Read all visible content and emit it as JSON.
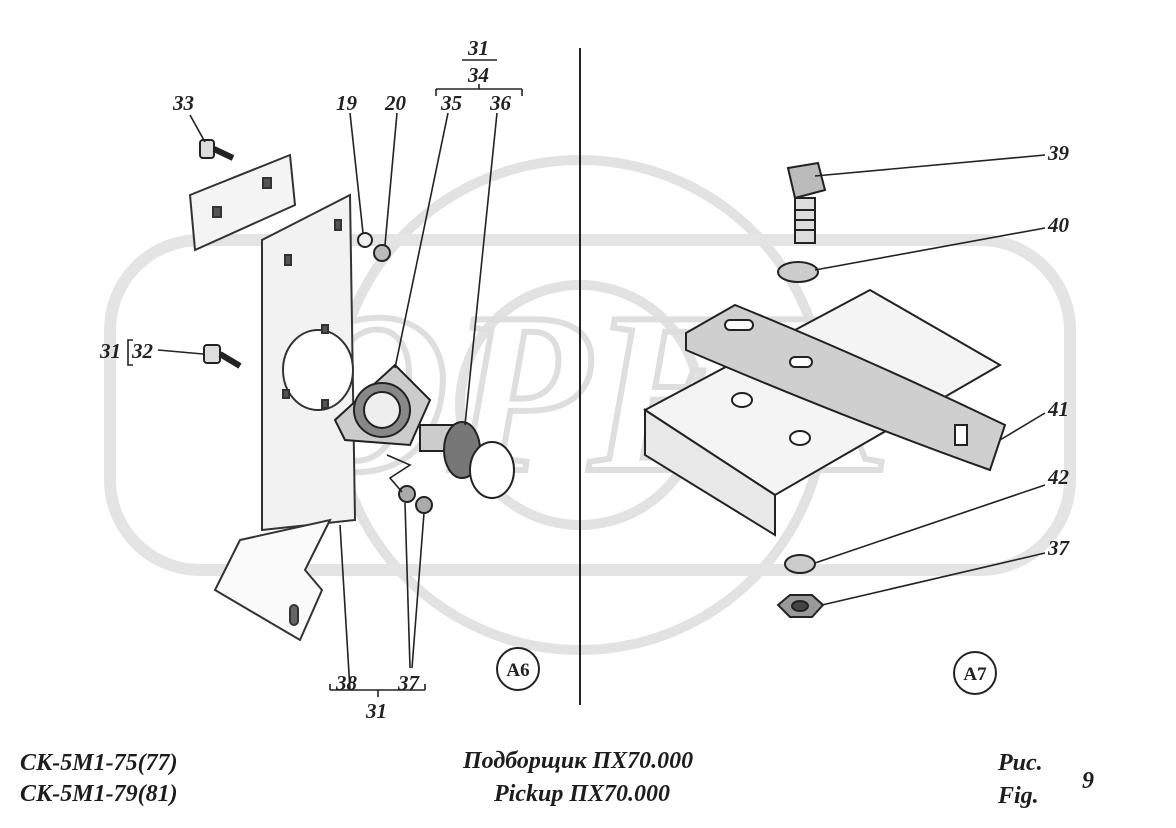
{
  "figure": {
    "panel_left": "А6",
    "panel_right": "А7",
    "callouts": {
      "c33": "33",
      "c19": "19",
      "c20": "20",
      "c31_top": "31",
      "c34": "34",
      "c35": "35",
      "c36": "36",
      "c31_left": "31",
      "c32": "32",
      "c38": "38",
      "c37_bottom": "37",
      "c31_bottom": "31",
      "c39": "39",
      "c40": "40",
      "c41": "41",
      "c42": "42",
      "c37_right": "37"
    },
    "watermark": "OPEX"
  },
  "footer": {
    "model_line1": "СК-5М1-75(77)",
    "model_line2": "СК-5М1-79(81)",
    "title_ru": "Подборщик ПХ70.000",
    "title_en": "Pickup ПХ70.000",
    "fig_ru": "Рис.",
    "fig_en": "Fig.",
    "fig_number": "9"
  }
}
